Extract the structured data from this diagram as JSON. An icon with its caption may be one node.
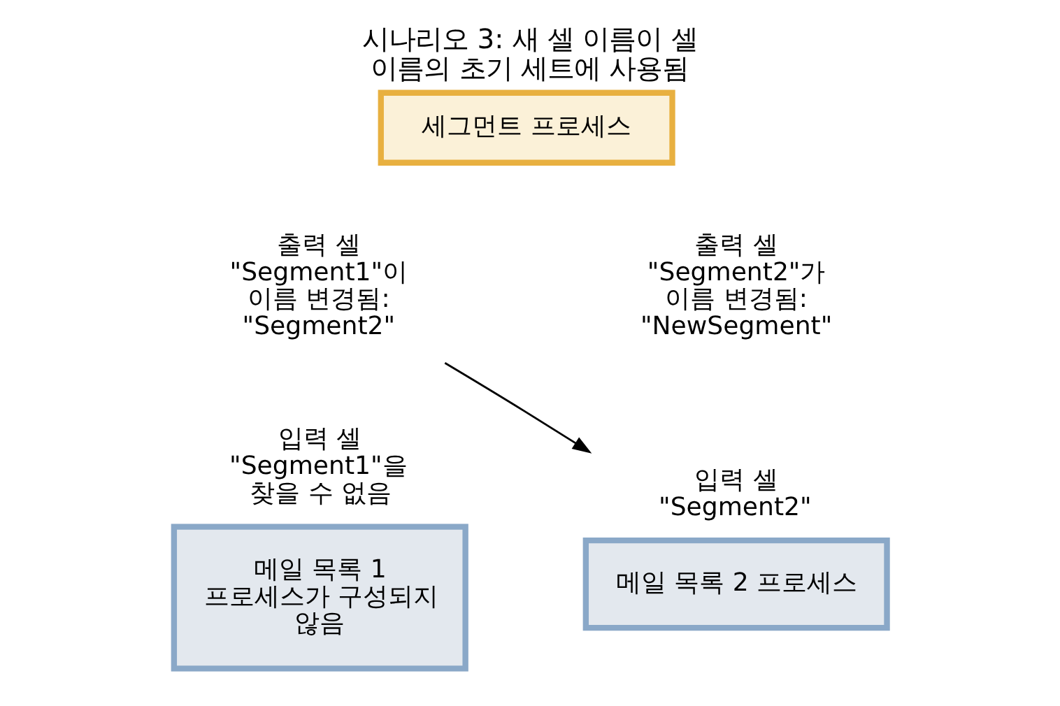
{
  "diagram": {
    "title": "시나리오 3: 새 셀 이름이 셀 이름의 초기 세트에 사용됨",
    "nodes": [
      {
        "text": [
          "세그먼트 프로세스"
        ]
      },
      {
        "text": [
          "출력 셀 \"Segment1\"이 이름 변경됨: \"Segment2\""
        ]
      },
      {
        "text": [
          "메일 목록 1 프로세스가 구성되지 않음"
        ],
        "beside": [
          "입력 셀 \"Segment1\"을 찾을 수 없음"
        ]
      },
      {
        "text": [
          "메일 목록 2 프로세스"
        ],
        "beside": [
          "입력 셀 \"Segment2\""
        ]
      }
    ],
    "edges": [
      {
        "from": 1,
        "to": 3,
        "arrow": "to"
      }
    ],
    "labels": [
      "출력 셀 \"Segment2\"가 이름 변경됨: \"NewSegment\""
    ]
  }
}
